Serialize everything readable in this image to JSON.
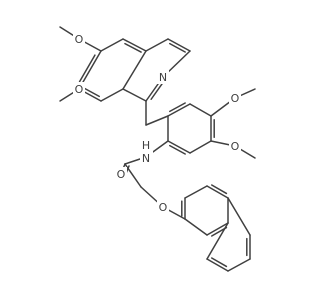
{
  "molecule": {
    "atom_labels": {
      "o_methoxy_1": "O",
      "o_methoxy_2": "O",
      "o_methoxy_3": "O",
      "o_methoxy_4": "O",
      "n_isoquinoline": "N",
      "nh_amide": "N",
      "h_amide": "H",
      "o_carbonyl": "O",
      "o_ether": "O"
    },
    "colors": {
      "bond": "#404040",
      "label": "#404040",
      "background": "#ffffff"
    }
  }
}
